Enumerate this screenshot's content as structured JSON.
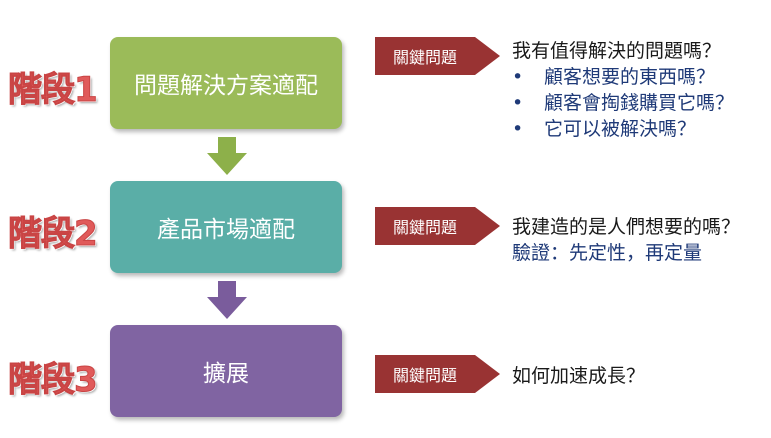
{
  "stages": [
    {
      "label": "階段1",
      "box_text": "問題解決方案適配",
      "tag": "關鍵問題",
      "question": "我有值得解決的問題嗎？",
      "bullets": [
        "顧客想要的東西嗎？",
        "顧客會掏錢購買它嗎？",
        "它可以被解決嗎？"
      ]
    },
    {
      "label": "階段2",
      "box_text": "產品市場適配",
      "tag": "關鍵問題",
      "question": "我建造的是人們想要的嗎？",
      "sub": "驗證：先定性，再定量"
    },
    {
      "label": "階段3",
      "box_text": "擴展",
      "tag": "關鍵問題",
      "question": "如何加速成長？"
    }
  ],
  "colors": {
    "stage1_box": "#9bbb59",
    "stage2_box": "#5aaea7",
    "stage3_box": "#8064a2",
    "arrow1": "#8db04a",
    "arrow2": "#7a5c9c",
    "tag_bg": "#993333",
    "stage_label": "#e05a5a",
    "bullet_text": "#1f3a78"
  },
  "icons": {
    "arrow": "down-arrow-icon",
    "bullet": "•"
  }
}
